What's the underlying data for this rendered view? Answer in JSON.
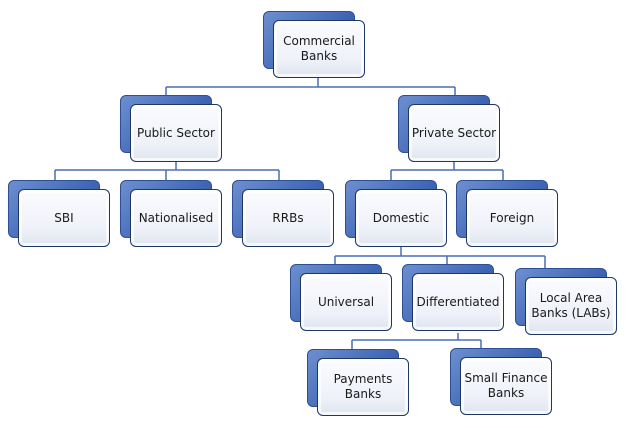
{
  "nodes": {
    "commercial": "Commercial Banks",
    "public": "Public Sector",
    "private": "Private Sector",
    "sbi": "SBI",
    "nationalised": "Nationalised",
    "rrbs": "RRBs",
    "domestic": "Domestic",
    "foreign": "Foreign",
    "universal": "Universal",
    "differentiated": "Differentiated",
    "lab": "Local Area Banks (LABs)",
    "payments": "Payments Banks",
    "sfb": "Small Finance Banks"
  },
  "colors": {
    "line": "#4a6fb5",
    "box_border": "#1f3766",
    "back": "#3f66b5"
  }
}
